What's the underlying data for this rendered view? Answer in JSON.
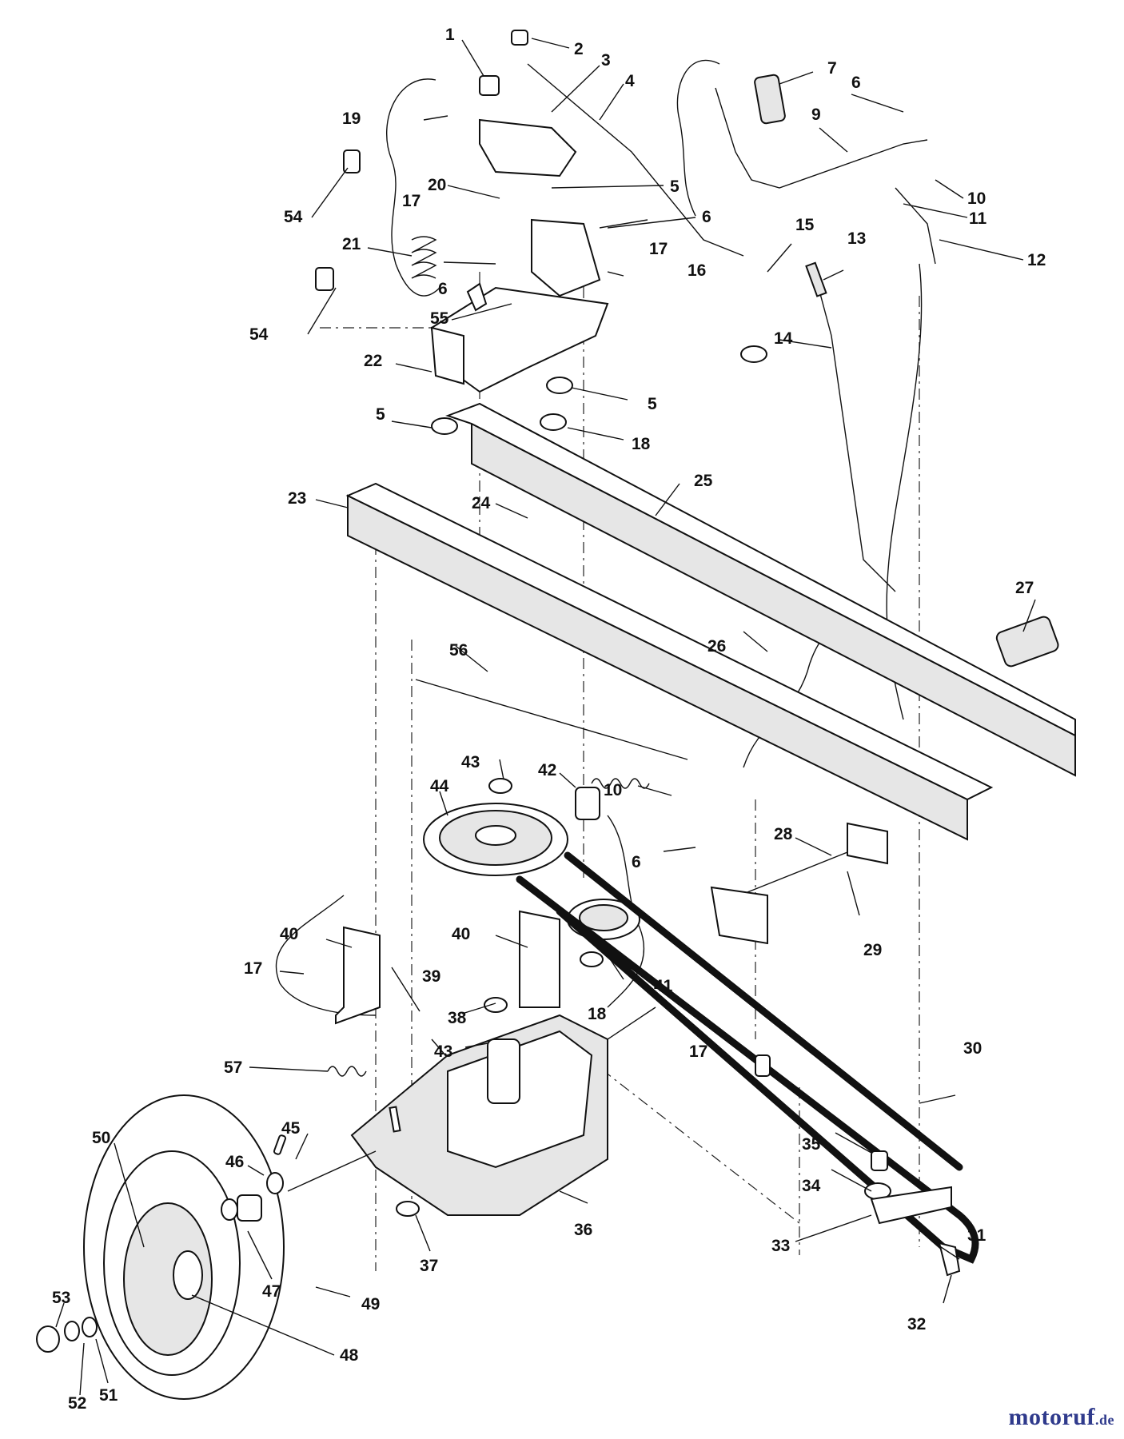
{
  "callouts": [
    {
      "id": "c1",
      "text": "1"
    },
    {
      "id": "c2",
      "text": "2"
    },
    {
      "id": "c3",
      "text": "3"
    },
    {
      "id": "c4",
      "text": "4"
    },
    {
      "id": "c5a",
      "text": "5"
    },
    {
      "id": "c5b",
      "text": "5"
    },
    {
      "id": "c5c",
      "text": "5"
    },
    {
      "id": "c6a",
      "text": "6"
    },
    {
      "id": "c6b",
      "text": "6"
    },
    {
      "id": "c6c",
      "text": "6"
    },
    {
      "id": "c6d",
      "text": "6"
    },
    {
      "id": "c7",
      "text": "7"
    },
    {
      "id": "c9",
      "text": "9"
    },
    {
      "id": "c10a",
      "text": "10"
    },
    {
      "id": "c10b",
      "text": "10"
    },
    {
      "id": "c11",
      "text": "11"
    },
    {
      "id": "c12",
      "text": "12"
    },
    {
      "id": "c13",
      "text": "13"
    },
    {
      "id": "c14",
      "text": "14"
    },
    {
      "id": "c15",
      "text": "15"
    },
    {
      "id": "c16",
      "text": "16"
    },
    {
      "id": "c17a",
      "text": "17"
    },
    {
      "id": "c17b",
      "text": "17"
    },
    {
      "id": "c17c",
      "text": "17"
    },
    {
      "id": "c17d",
      "text": "17"
    },
    {
      "id": "c18a",
      "text": "18"
    },
    {
      "id": "c18b",
      "text": "18"
    },
    {
      "id": "c19",
      "text": "19"
    },
    {
      "id": "c20",
      "text": "20"
    },
    {
      "id": "c21",
      "text": "21"
    },
    {
      "id": "c22",
      "text": "22"
    },
    {
      "id": "c23",
      "text": "23"
    },
    {
      "id": "c24",
      "text": "24"
    },
    {
      "id": "c25",
      "text": "25"
    },
    {
      "id": "c26",
      "text": "26"
    },
    {
      "id": "c27",
      "text": "27"
    },
    {
      "id": "c28",
      "text": "28"
    },
    {
      "id": "c29",
      "text": "29"
    },
    {
      "id": "c30",
      "text": "30"
    },
    {
      "id": "c31",
      "text": "31"
    },
    {
      "id": "c32",
      "text": "32"
    },
    {
      "id": "c33",
      "text": "33"
    },
    {
      "id": "c34",
      "text": "34"
    },
    {
      "id": "c35",
      "text": "35"
    },
    {
      "id": "c36",
      "text": "36"
    },
    {
      "id": "c37",
      "text": "37"
    },
    {
      "id": "c38",
      "text": "38"
    },
    {
      "id": "c39",
      "text": "39"
    },
    {
      "id": "c40a",
      "text": "40"
    },
    {
      "id": "c40b",
      "text": "40"
    },
    {
      "id": "c41",
      "text": "41"
    },
    {
      "id": "c42",
      "text": "42"
    },
    {
      "id": "c43a",
      "text": "43"
    },
    {
      "id": "c43b",
      "text": "43"
    },
    {
      "id": "c44",
      "text": "44"
    },
    {
      "id": "c45",
      "text": "45"
    },
    {
      "id": "c46",
      "text": "46"
    },
    {
      "id": "c47",
      "text": "47"
    },
    {
      "id": "c48",
      "text": "48"
    },
    {
      "id": "c49",
      "text": "49"
    },
    {
      "id": "c50",
      "text": "50"
    },
    {
      "id": "c51",
      "text": "51"
    },
    {
      "id": "c52",
      "text": "52"
    },
    {
      "id": "c53",
      "text": "53"
    },
    {
      "id": "c54a",
      "text": "54"
    },
    {
      "id": "c54b",
      "text": "54"
    },
    {
      "id": "c55",
      "text": "55"
    },
    {
      "id": "c56",
      "text": "56"
    },
    {
      "id": "c57",
      "text": "57"
    }
  ],
  "watermark": {
    "main": "motoruf",
    "suffix": ".de"
  }
}
